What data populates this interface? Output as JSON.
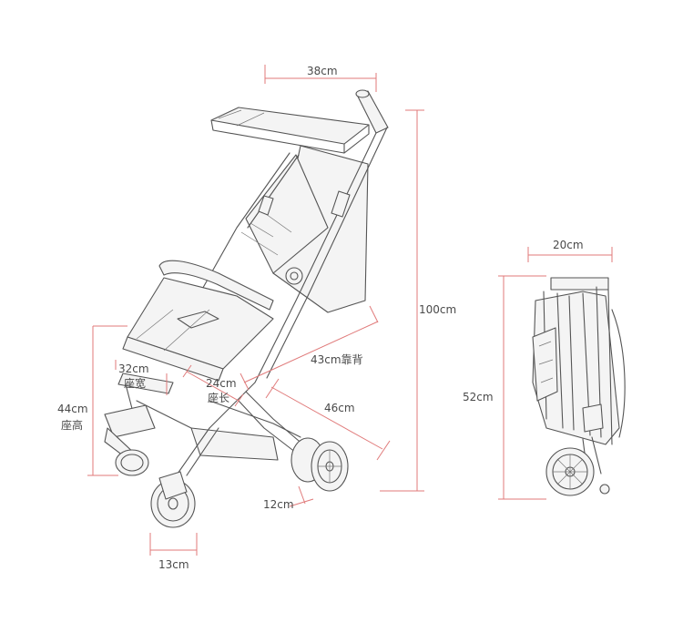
{
  "labels": {
    "canopy_width": "38cm",
    "total_height": "100cm",
    "backrest": "43cm靠背",
    "seat_width": "32cm",
    "seat_width_cn": "座宽",
    "seat_length": "24cm",
    "seat_length_cn": "座长",
    "seat_height": "44cm",
    "seat_height_cn": "座高",
    "wheelbase": "46cm",
    "rear_wheel": "12cm",
    "front_wheel": "13cm",
    "folded_width": "20cm",
    "folded_height": "52cm"
  },
  "colors": {
    "dimension_line": "#e07a7a",
    "drawing_ink": "#555555",
    "text": "#4a4a4a"
  }
}
